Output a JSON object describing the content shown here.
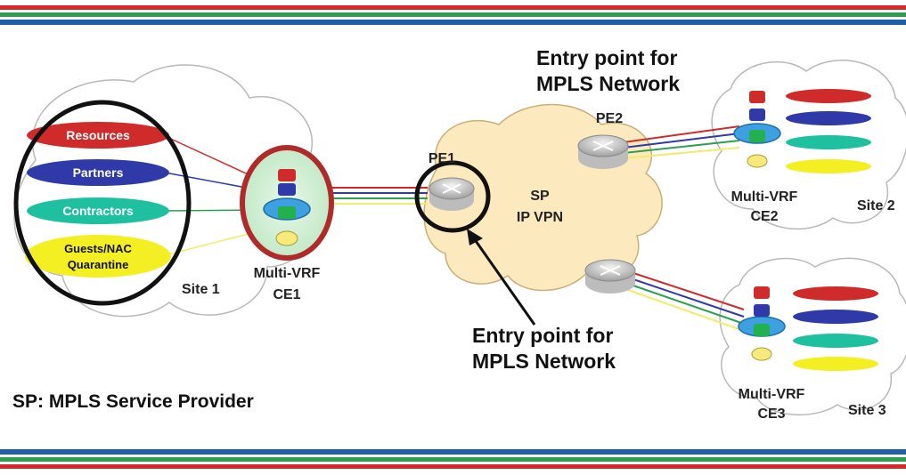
{
  "colors": {
    "stripe_red": "#d62828",
    "stripe_green": "#2e9e4f",
    "stripe_blue": "#1f5fa8",
    "cloud_site": "#ffffff",
    "cloud_sp": "#fde9be",
    "vrf_red": "#cf2b2b",
    "vrf_blue": "#2f3aa8",
    "vrf_teal": "#1fc0a0",
    "vrf_yellow": "#f4ef22",
    "ring": "#111111",
    "ce1_ring": "#b02a2a"
  },
  "site1": {
    "label": "Site 1",
    "vrfs": [
      "Resources",
      "Partners",
      "Contractors"
    ],
    "guest_line1": "Guests/NAC",
    "guest_line2": "Quarantine"
  },
  "ce1": {
    "line1": "Multi-VRF",
    "line2": "CE1"
  },
  "pe1": {
    "label": "PE1"
  },
  "pe2": {
    "label": "PE2"
  },
  "sp_cloud": {
    "line1": "SP",
    "line2": "IP VPN"
  },
  "entry_top": {
    "line1": "Entry point for",
    "line2": "MPLS Network"
  },
  "entry_bottom": {
    "line1": "Entry point for",
    "line2": "MPLS Network"
  },
  "ce2": {
    "line1": "Multi-VRF",
    "line2": "CE2"
  },
  "ce3": {
    "line1": "Multi-VRF",
    "line2": "CE3"
  },
  "site2": {
    "label": "Site 2"
  },
  "site3": {
    "label": "Site 3"
  },
  "legend": {
    "text": "SP: MPLS Service Provider"
  }
}
